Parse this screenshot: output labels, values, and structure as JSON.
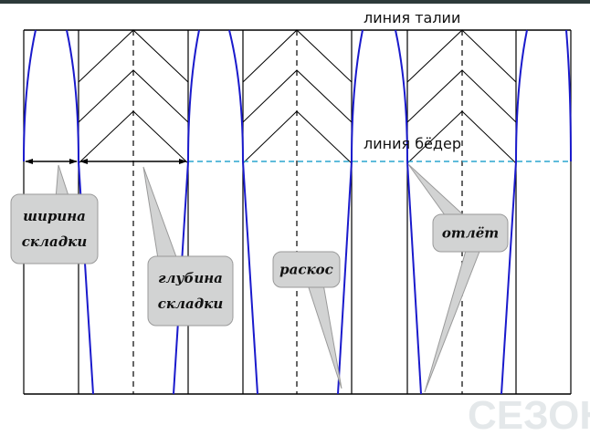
{
  "labels": {
    "waist_line": "линия талии",
    "hip_line": "линия бёдер"
  },
  "callouts": {
    "pleat_width": [
      "ширина",
      "складки"
    ],
    "pleat_depth": [
      "глубина",
      "складки"
    ],
    "slant": "раскос",
    "flare": "отлёт"
  },
  "watermark": "СЕЗОН",
  "colors": {
    "seam": "#000000",
    "curve": "#1a1acc",
    "hip_line": "#2aa6cf",
    "callout_fill": "#d2d3d3",
    "callout_border": "#9a9a9a"
  }
}
